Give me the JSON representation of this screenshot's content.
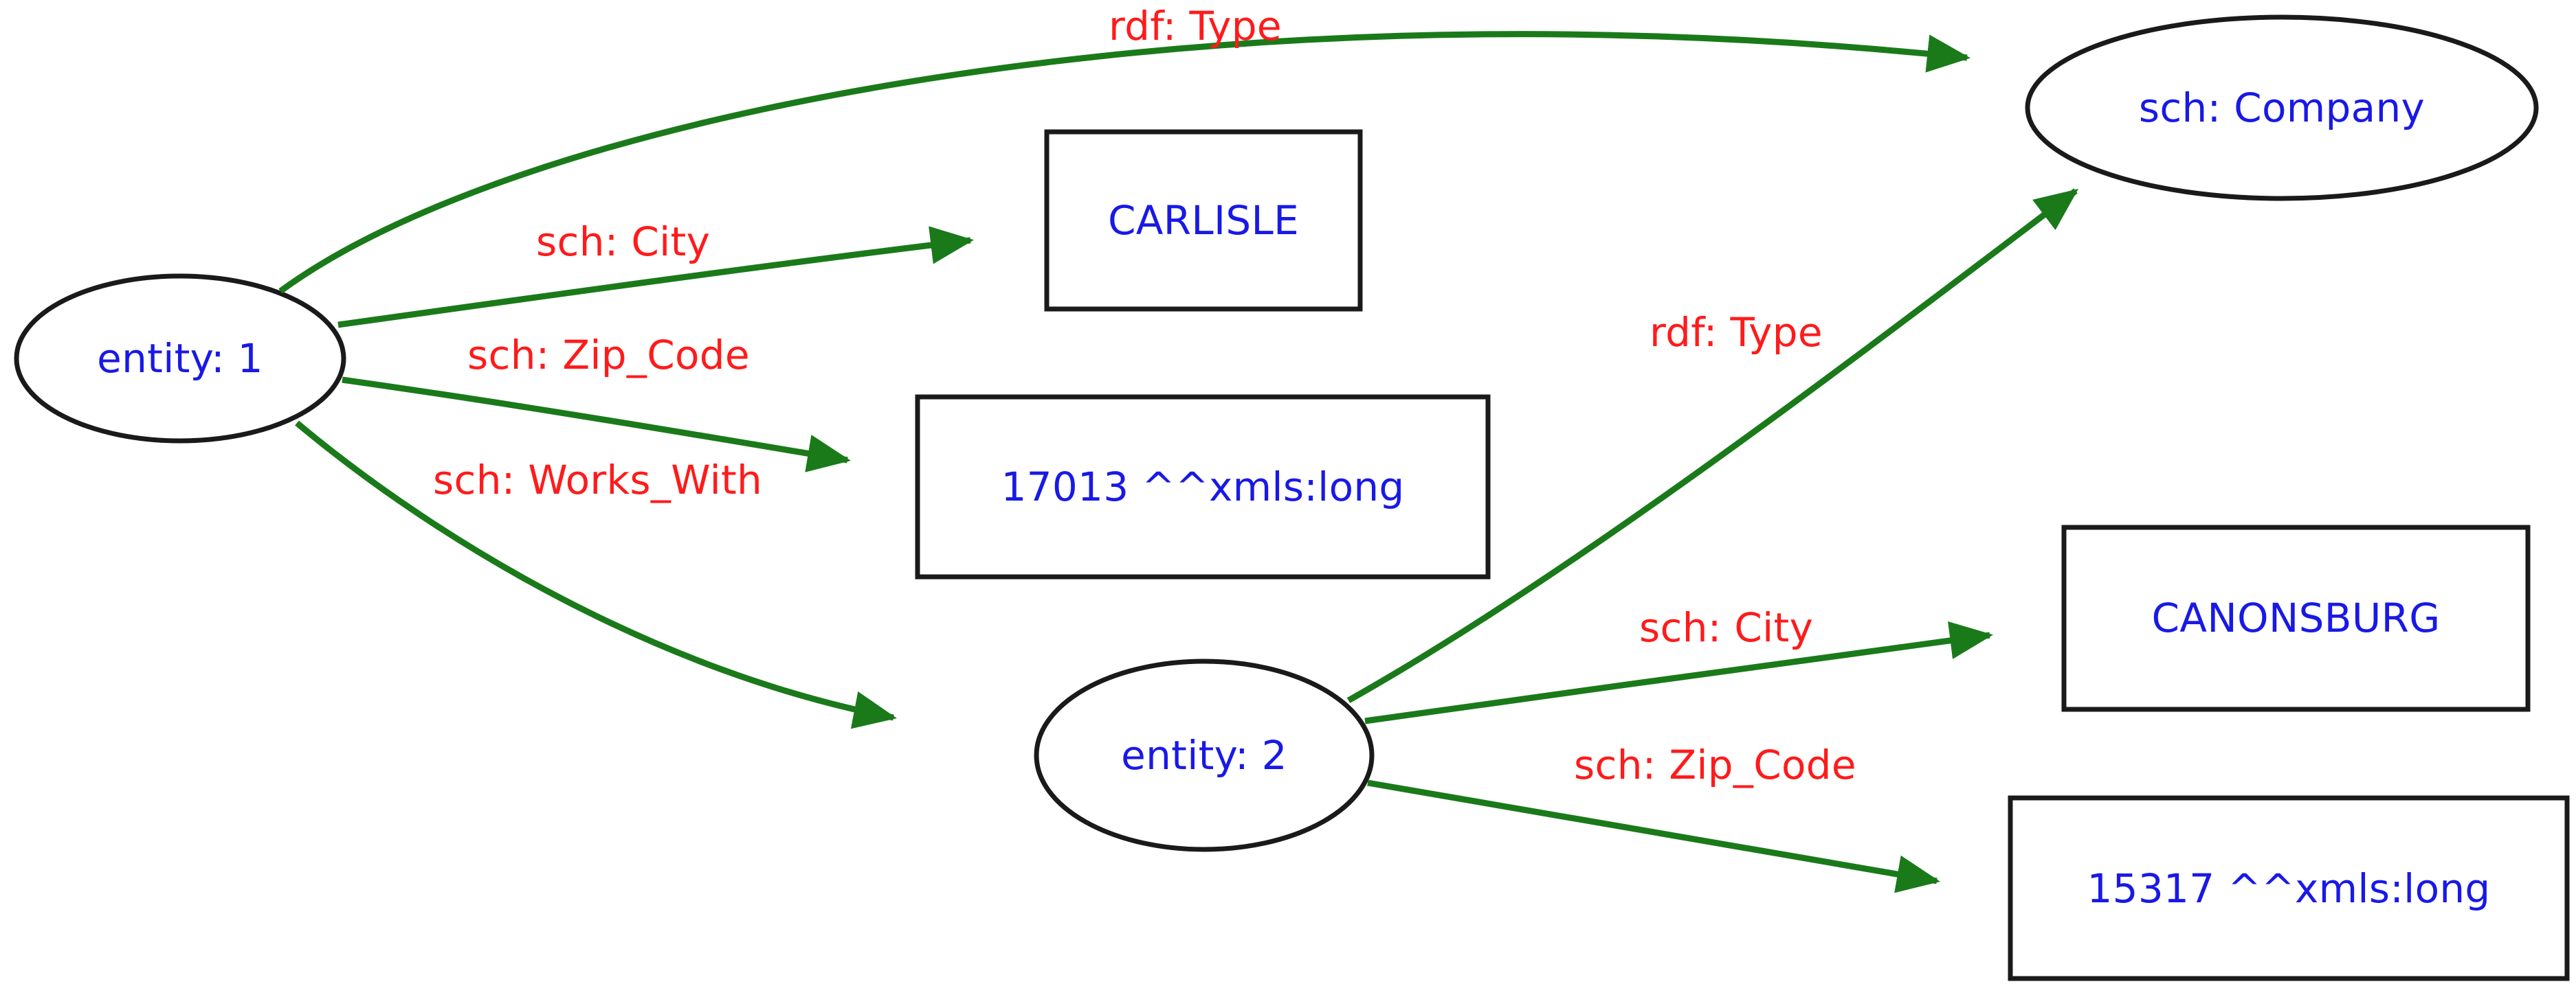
{
  "diagram": {
    "title": "RDF knowledge graph of two company entities",
    "type": "rdf-graph",
    "background_color": "#ffffff",
    "node_text_color": "#1919e6",
    "edge_label_color": "#fe1b1b",
    "edge_color": "#1a7a1a",
    "node_border_color": "#1a1a1a"
  },
  "nodes": {
    "entity1": {
      "label": "entity: 1",
      "shape": "ellipse"
    },
    "entity2": {
      "label": "entity: 2",
      "shape": "ellipse"
    },
    "company": {
      "label": "sch: Company",
      "shape": "ellipse"
    },
    "carlisle": {
      "label": "CARLISLE",
      "shape": "rectangle"
    },
    "zip17013": {
      "label": "17013 ^^xmls:long",
      "shape": "rectangle"
    },
    "canonsburg": {
      "label": "CANONSBURG",
      "shape": "rectangle"
    },
    "zip15317": {
      "label": "15317 ^^xmls:long",
      "shape": "rectangle"
    }
  },
  "edges": [
    {
      "id": "e1",
      "source": "entity1",
      "target": "company",
      "label": "rdf: Type"
    },
    {
      "id": "e2",
      "source": "entity1",
      "target": "carlisle",
      "label": "sch: City"
    },
    {
      "id": "e3",
      "source": "entity1",
      "target": "zip17013",
      "label": "sch: Zip_Code"
    },
    {
      "id": "e4",
      "source": "entity1",
      "target": "entity2",
      "label": "sch: Works_With"
    },
    {
      "id": "e5",
      "source": "entity2",
      "target": "company",
      "label": "rdf: Type"
    },
    {
      "id": "e6",
      "source": "entity2",
      "target": "canonsburg",
      "label": "sch: City"
    },
    {
      "id": "e7",
      "source": "entity2",
      "target": "zip15317",
      "label": "sch: Zip_Code"
    }
  ]
}
